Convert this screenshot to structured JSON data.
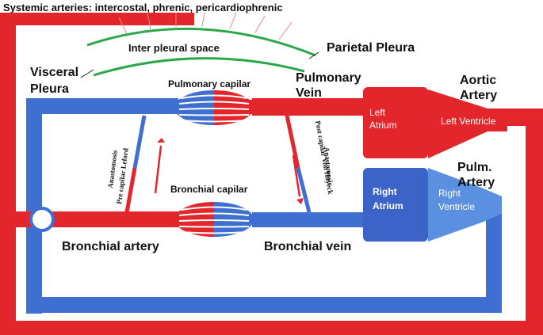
{
  "title": "Systemic arteries: intercostal, phrenic, pericardiophrenic",
  "labels": {
    "inter_pleural_space": "Inter pleural space",
    "parietal_pleura": "Parietal Pleura",
    "visceral_pleura_1": "Visceral",
    "visceral_pleura_2": "Pleura",
    "pulmonary_capilar": "Pulmonary capilar",
    "pulmonary_vein_1": "Pulmonary",
    "pulmonary_vein_2": "Vein",
    "aortic_artery_1": "Aortic",
    "aortic_artery_2": "Artery",
    "left_atrium_1": "Left",
    "left_atrium_2": "Atrium",
    "left_ventricle": "Left Ventricle",
    "pulm_artery_1": "Pulm.",
    "pulm_artery_2": "Artery",
    "right_atrium_1": "Right",
    "right_atrium_2": "Atrium",
    "right_ventricle_1": "Right",
    "right_ventricle_2": "Ventricle",
    "bronchial_capilar": "Bronchial capilar",
    "bronchial_artery": "Bronchial artery",
    "bronchial_vein": "Bronchial vein",
    "pre_capillar_1": "Anastomosis",
    "pre_capillar_2": "Pre capilar Leford",
    "post_capillar_1": "Anastomosis",
    "post_capillar_2": "Post capilar Von Hayeck"
  },
  "colors": {
    "arterial": "#e3262b",
    "venous": "#3f6fd0",
    "left_heart": "#e3262b",
    "right_atrium": "#3b63c8",
    "right_ventricle": "#5b8fe0",
    "pleura": "#2aa84a"
  }
}
